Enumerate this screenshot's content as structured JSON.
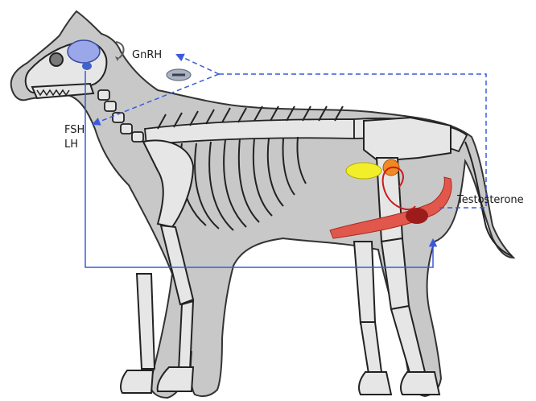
{
  "labels": {
    "gnrh": "GnRH",
    "fsh": "FSH",
    "lh": "LH",
    "testosterone": "Testosterone"
  },
  "colors": {
    "body_fill": "#c8c8c8",
    "outline": "#333333",
    "bone": "#e6e6e6",
    "arrow_blue": "#3b5bdb",
    "hypothalamus": "#9aa7e8",
    "pituitary": "#3f63c9",
    "bladder": "#f2ee2a",
    "prostate": "#f08a24",
    "penis": "#e2574c",
    "testis": "#9c1c1c",
    "vas_deferens": "#cc1a1a"
  }
}
